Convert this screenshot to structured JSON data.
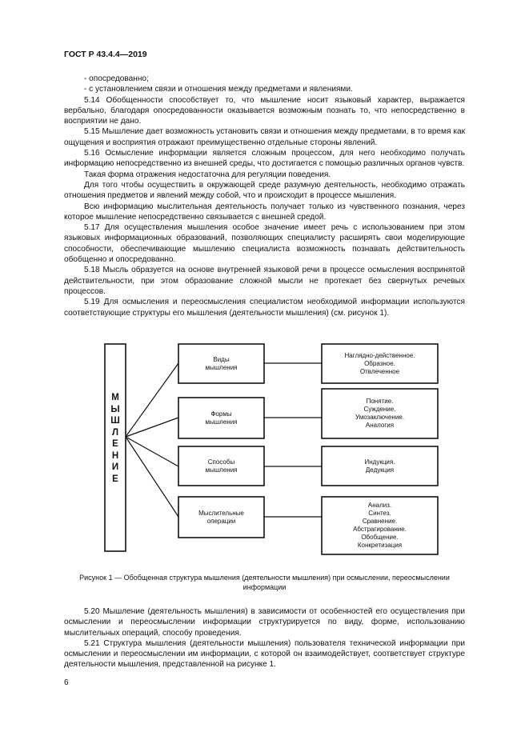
{
  "header": "ГОСТ Р 43.4.4—2019",
  "paragraphs_top": [
    {
      "text": "- опосредованно;",
      "style": "indent-left"
    },
    {
      "text": "- с установлением связи и отношения между предметами и явлениями.",
      "style": "indent-left"
    },
    {
      "text": "5.14 Обобщенности способствует то, что мышление носит языковый характер, выражается вербально, благодаря опосредованности оказывается возможным познать то, что непосредственно в восприятии не дано.",
      "style": "ind"
    },
    {
      "text": "5.15 Мышление дает возможность установить связи и отношения между предметами, в то время как ощущения и восприятия отражают преимущественно отдельные стороны явлений.",
      "style": "ind"
    },
    {
      "text": "5.16 Осмысление информации является сложным процессом, для него необходимо получать информацию непосредственно из внешней среды, что достигается с помощью различных органов чувств.",
      "style": "ind"
    },
    {
      "text": "Такая форма отражения недостаточна для регуляции поведения.",
      "style": "ind"
    },
    {
      "text": "Для того чтобы осуществить в окружающей среде разумную деятельность, необходимо отражать отношения предметов и явлений между собой, что и происходит в процессе мышления.",
      "style": "ind"
    },
    {
      "text": "Всю информацию мыслительная деятельность получает только из чувственного познания, через которое мышление непосредственно связывается с внешней средой.",
      "style": "ind"
    },
    {
      "text": "5.17 Для осуществления мышления особое значение имеет речь с использованием при этом языковых информационных образований, позволяющих специалисту расширять свои моделирующие способности, обеспечивающие мышлению специалиста возможность познавать действительность обобщенно и опосредованно.",
      "style": "ind"
    },
    {
      "text": "5.18 Мысль образуется на основе внутренней языковой речи в процессе осмысления воспринятой действительности, при этом образование сложной мысли не протекает без свернутых речевых процессов.",
      "style": "ind"
    },
    {
      "text": "5.19 Для осмысления и переосмысления специалистом необходимой информации используются соответствующие структуры его мышления (деятельности мышления) (см. рисунок 1).",
      "style": "ind"
    }
  ],
  "diagram": {
    "vertical_label": [
      "М",
      "Ы",
      "Ш",
      "Л",
      "Е",
      "Н",
      "И",
      "Е"
    ],
    "middle": [
      [
        "Виды",
        "мышления"
      ],
      [
        "Формы",
        "мышления"
      ],
      [
        "Способы",
        "мышления"
      ],
      [
        "Мыслительные",
        "операции"
      ]
    ],
    "right": [
      [
        "Наглядно-действенное.",
        "Образное.",
        "Отвлеченное"
      ],
      [
        "Понятие.",
        "Суждение.",
        "Умозаключение.",
        "Аналогия"
      ],
      [
        "Индукция.",
        "Дедукция"
      ],
      [
        "Анализ.",
        "Синтез.",
        "Сравнение.",
        "Абстрагирование.",
        "Обобщение.",
        "Конкретизация"
      ]
    ]
  },
  "caption": "Рисунок 1 — Обобщенная структура мышления (деятельности мышления) при осмыслении, переосмыслении информации",
  "paragraphs_bottom": [
    {
      "text": "5.20 Мышление (деятельность мышления) в зависимости от особенностей его осуществления при осмыслении и переосмыслении информации структурируется по виду, форме, использованию мыслительных операций, способу проведения.",
      "style": "ind"
    },
    {
      "text": "5.21 Структура мышления (деятельности мышления) пользователя технической информации при осмыслении и переосмыслении им информации, с которой он взаимодействует, соответствует структуре деятельности мышления, представленной на рисунке 1.",
      "style": "ind"
    }
  ],
  "page_number": "6"
}
